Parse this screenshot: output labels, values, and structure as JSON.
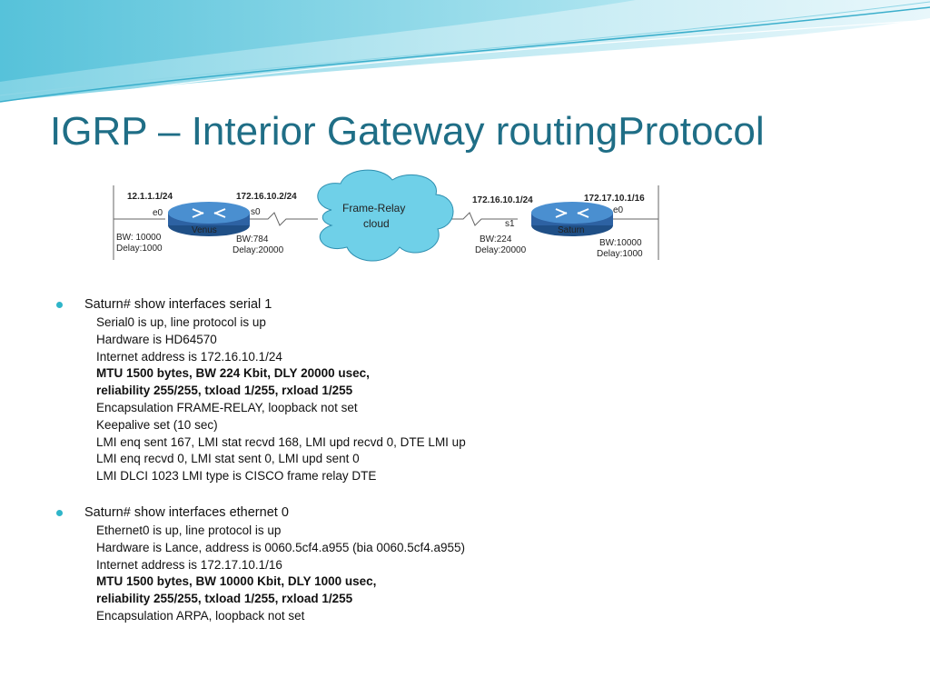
{
  "slide": {
    "title": "IGRP – Interior Gateway routingProtocol"
  },
  "diagram": {
    "venus": {
      "name": "Venus",
      "e0_ip": "12.1.1.1/24",
      "e0_label": "e0",
      "s0_ip": "172.16.10.2/24",
      "s0_label": "s0",
      "e0_bw": "BW: 10000",
      "e0_delay": "Delay:1000",
      "s0_bw": "BW:784",
      "s0_delay": "Delay:20000"
    },
    "cloud": {
      "line1": "Frame-Relay",
      "line2": "cloud"
    },
    "saturn": {
      "name": "Saturn",
      "s1_ip": "172.16.10.1/24",
      "s1_label": "s1",
      "e0_ip": "172.17.10.1/16",
      "e0_label": "e0",
      "s1_bw": "BW:224",
      "s1_delay": "Delay:20000",
      "e0_bw": "BW:10000",
      "e0_delay": "Delay:1000"
    }
  },
  "commands": [
    {
      "command": "Saturn# show interfaces serial 1",
      "output": [
        {
          "text": "Serial0 is up, line protocol is up",
          "bold": false
        },
        {
          "text": "Hardware is HD64570",
          "bold": false
        },
        {
          "text": "Internet address is 172.16.10.1/24",
          "bold": false
        },
        {
          "text": "MTU 1500 bytes, BW 224 Kbit, DLY 20000 usec,",
          "bold": true
        },
        {
          "text": "reliability 255/255, txload 1/255, rxload 1/255",
          "bold": true
        },
        {
          "text": "Encapsulation FRAME-RELAY, loopback not set",
          "bold": false
        },
        {
          "text": "Keepalive set (10 sec)",
          "bold": false
        },
        {
          "text": "LMI enq sent 167, LMI stat recvd 168, LMI upd recvd 0, DTE LMI up",
          "bold": false
        },
        {
          "text": "LMI enq recvd 0, LMI stat sent 0, LMI upd sent 0",
          "bold": false
        },
        {
          "text": "LMI DLCI 1023 LMI type is CISCO frame relay DTE",
          "bold": false
        }
      ]
    },
    {
      "command": "Saturn# show interfaces ethernet 0",
      "output": [
        {
          "text": "Ethernet0 is up, line protocol is up",
          "bold": false
        },
        {
          "text": "Hardware is Lance, address is 0060.5cf4.a955 (bia 0060.5cf4.a955)",
          "bold": false
        },
        {
          "text": "Internet address is 172.17.10.1/16",
          "bold": false
        },
        {
          "text": "MTU 1500 bytes, BW 10000 Kbit, DLY 1000 usec,",
          "bold": true
        },
        {
          "text": "reliability 255/255, txload 1/255, rxload 1/255",
          "bold": true
        },
        {
          "text": "Encapsulation ARPA, loopback not set",
          "bold": false
        }
      ]
    }
  ],
  "colors": {
    "title": "#1f6e86",
    "bullet": "#2fb5c9",
    "router_body": "#3a78b8",
    "cloud_fill": "#6fd0e8"
  }
}
